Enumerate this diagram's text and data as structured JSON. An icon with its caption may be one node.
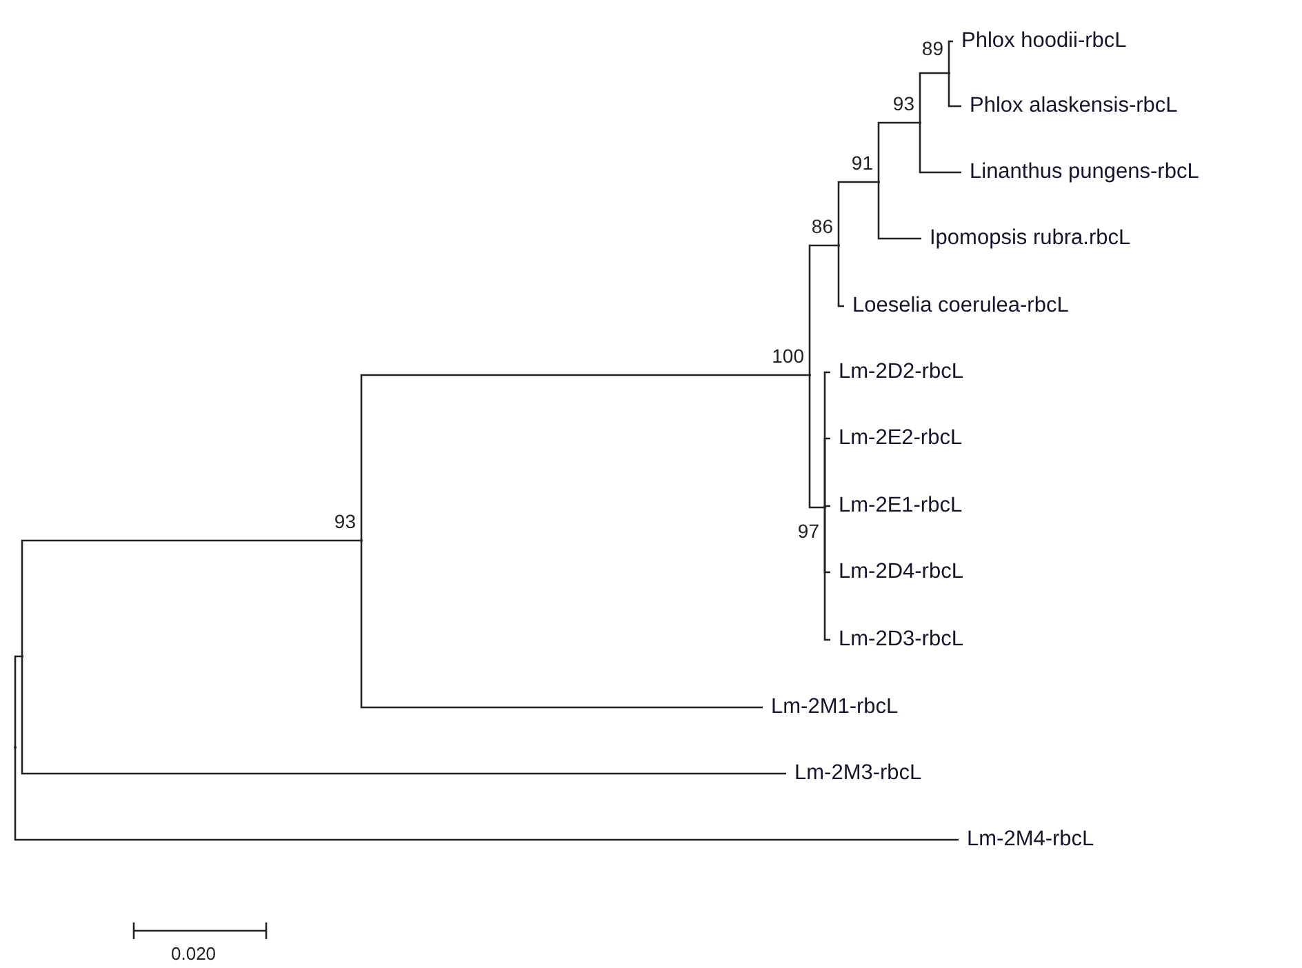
{
  "diagram": {
    "nodes": [
      {
        "text": [],
        "shape": "dot"
      },
      {
        "text": [],
        "shape": "dot"
      },
      {
        "text": [],
        "shape": "dot",
        "beside": [
          "93"
        ]
      },
      {
        "text": [],
        "shape": "dot",
        "beside": [
          "100"
        ]
      },
      {
        "text": [],
        "shape": "dot",
        "beside": [
          "86"
        ]
      },
      {
        "text": [],
        "shape": "dot",
        "beside": [
          "91"
        ]
      },
      {
        "text": [],
        "shape": "dot",
        "beside": [
          "93"
        ]
      },
      {
        "text": [],
        "shape": "dot",
        "beside": [
          "89"
        ]
      },
      {
        "text": [],
        "shape": "dot",
        "beside": [
          "97"
        ]
      },
      {
        "text": [
          "Phlox hoodii-rbcL"
        ]
      },
      {
        "text": [
          "Phlox alaskensis-rbcL"
        ]
      },
      {
        "text": [
          "Linanthus pungens-rbcL"
        ]
      },
      {
        "text": [
          "Ipomopsis rubra.rbcL"
        ]
      },
      {
        "text": [
          "Loeselia coerulea-rbcL"
        ]
      },
      {
        "text": [
          "Lm-2D2-rbcL"
        ]
      },
      {
        "text": [
          "Lm-2E2-rbcL"
        ]
      },
      {
        "text": [
          "Lm-2E1-rbcL"
        ]
      },
      {
        "text": [
          "Lm-2D4-rbcL"
        ]
      },
      {
        "text": [
          "Lm-2D3-rbcL"
        ]
      },
      {
        "text": [
          "Lm-2M1-rbcL"
        ]
      },
      {
        "text": [
          "Lm-2M3-rbcL"
        ]
      },
      {
        "text": [
          "Lm-2M4-rbcL"
        ]
      }
    ],
    "edges": [
      {
        "from": 0,
        "to": 1,
        "arrow": "none"
      },
      {
        "from": 0,
        "to": 21,
        "arrow": "none"
      },
      {
        "from": 1,
        "to": 2,
        "arrow": "none"
      },
      {
        "from": 1,
        "to": 20,
        "arrow": "none"
      },
      {
        "from": 2,
        "to": 3,
        "arrow": "none"
      },
      {
        "from": 2,
        "to": 19,
        "arrow": "none"
      },
      {
        "from": 3,
        "to": 4,
        "arrow": "none"
      },
      {
        "from": 3,
        "to": 8,
        "arrow": "none"
      },
      {
        "from": 4,
        "to": 5,
        "arrow": "none"
      },
      {
        "from": 4,
        "to": 13,
        "arrow": "none"
      },
      {
        "from": 5,
        "to": 6,
        "arrow": "none"
      },
      {
        "from": 5,
        "to": 12,
        "arrow": "none"
      },
      {
        "from": 6,
        "to": 7,
        "arrow": "none"
      },
      {
        "from": 6,
        "to": 11,
        "arrow": "none"
      },
      {
        "from": 7,
        "to": 9,
        "arrow": "none"
      },
      {
        "from": 7,
        "to": 10,
        "arrow": "none"
      },
      {
        "from": 8,
        "to": 14,
        "arrow": "none"
      },
      {
        "from": 8,
        "to": 15,
        "arrow": "none"
      },
      {
        "from": 8,
        "to": 16,
        "arrow": "none"
      },
      {
        "from": 8,
        "to": 17,
        "arrow": "none"
      },
      {
        "from": 8,
        "to": 18,
        "arrow": "none"
      }
    ],
    "labels": [
      "0.020"
    ]
  }
}
